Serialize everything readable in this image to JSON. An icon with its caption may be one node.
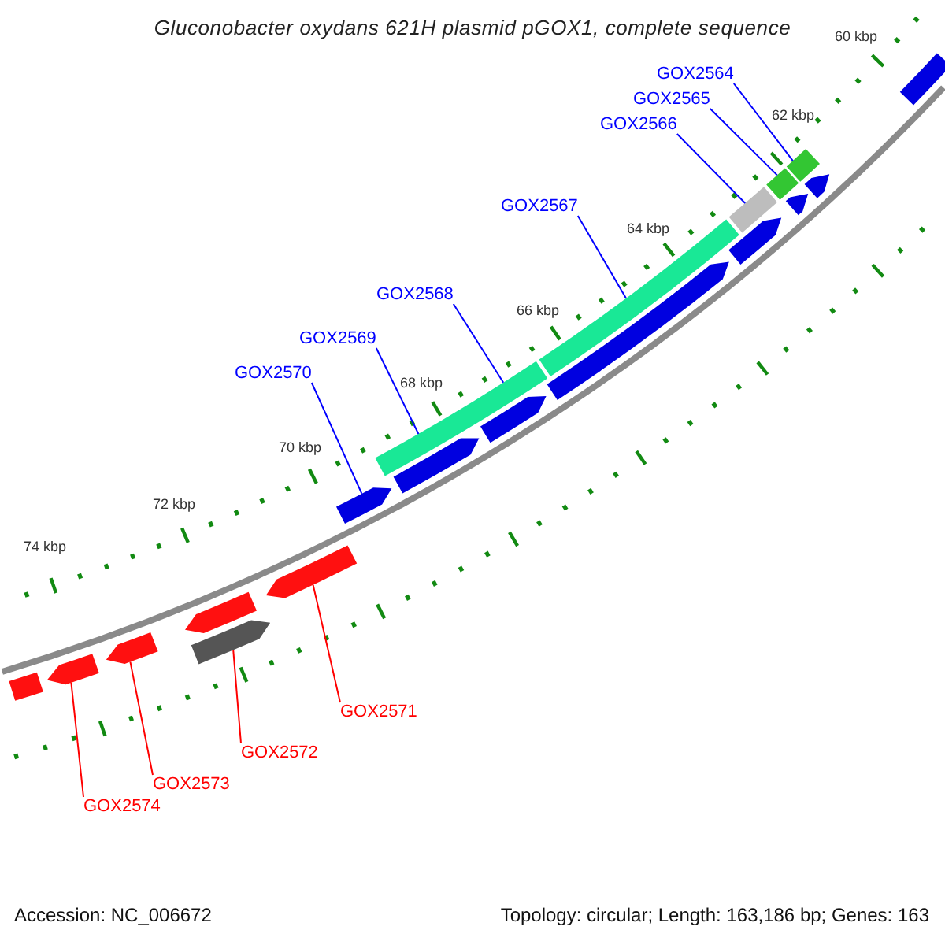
{
  "diagram": {
    "title": "Gluconobacter oxydans 621H plasmid pGOX1, complete sequence",
    "nodes": [
      {
        "text": [
          "GOX2564"
        ]
      },
      {
        "text": [
          "GOX2565"
        ]
      },
      {
        "text": [
          "GOX2566"
        ]
      },
      {
        "text": [
          "GOX2567"
        ]
      },
      {
        "text": [
          "GOX2568"
        ]
      },
      {
        "text": [
          "GOX2569"
        ]
      },
      {
        "text": [
          "GOX2570"
        ]
      },
      {
        "text": [
          "GOX2571"
        ]
      },
      {
        "text": [
          "GOX2572"
        ]
      },
      {
        "text": [
          "GOX2573"
        ]
      },
      {
        "text": [
          "GOX2574"
        ]
      },
      {
        "text": [],
        "shape": "bar"
      },
      {
        "text": [],
        "shape": "bar"
      },
      {
        "text": [],
        "shape": "bar"
      },
      {
        "text": [],
        "shape": "bar"
      },
      {
        "text": [],
        "shape": "bar"
      },
      {
        "text": [],
        "shape": "bar"
      },
      {
        "text": [],
        "shape": "bar"
      },
      {
        "text": [],
        "shape": "bar"
      },
      {
        "text": [],
        "shape": "bar"
      },
      {
        "text": [],
        "shape": "bar"
      },
      {
        "text": [],
        "shape": "bar"
      },
      {
        "text": [],
        "shape": "bar"
      },
      {
        "text": [],
        "shape": "bar"
      },
      {
        "text": [],
        "shape": "bar"
      },
      {
        "text": [],
        "shape": "bar"
      },
      {
        "text": [],
        "shape": "bar"
      },
      {
        "text": [],
        "shape": "bar"
      },
      {
        "text": [],
        "shape": "bar"
      },
      {
        "text": [],
        "shape": "bar"
      }
    ],
    "edges": [
      {
        "from": 0,
        "to": 27,
        "arrow": "none"
      },
      {
        "from": 1,
        "to": 25,
        "arrow": "none"
      },
      {
        "from": 2,
        "to": 24,
        "arrow": "none"
      },
      {
        "from": 3,
        "to": 21,
        "arrow": "none"
      },
      {
        "from": 4,
        "to": 18,
        "arrow": "none"
      },
      {
        "from": 5,
        "to": 18,
        "arrow": "none"
      },
      {
        "from": 6,
        "to": 17,
        "arrow": "none"
      },
      {
        "from": 7,
        "to": 16,
        "arrow": "none",
        "color": "#ff0000"
      },
      {
        "from": 8,
        "to": 15,
        "arrow": "none",
        "color": "#ff0000"
      },
      {
        "from": 9,
        "to": 13,
        "arrow": "none",
        "color": "#ff0000"
      },
      {
        "from": 10,
        "to": 12,
        "arrow": "none",
        "color": "#ff0000"
      }
    ],
    "labels": [
      "60 kbp",
      "62 kbp",
      "64 kbp",
      "66 kbp",
      "68 kbp",
      "70 kbp",
      "72 kbp",
      "74 kbp",
      "Accession: NC_006672",
      "Topology: circular; Length: 163,186 bp; Genes: 163"
    ]
  }
}
